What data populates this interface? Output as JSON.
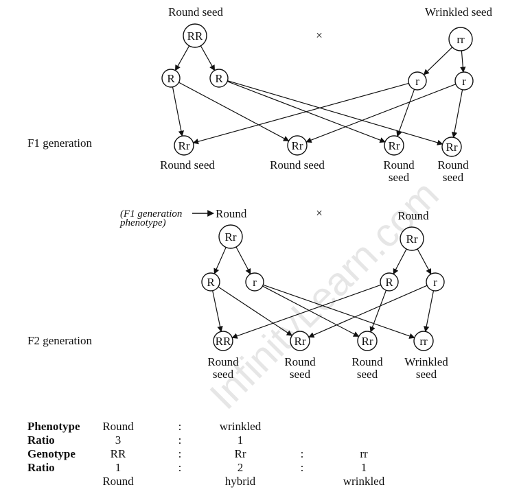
{
  "cross1": {
    "parent_left_label": "Round seed",
    "parent_right_label": "Wrinkled seed",
    "cross_symbol": "×",
    "parent_left": "RR",
    "parent_right": "rr",
    "gametes": [
      "R",
      "R",
      "r",
      "r"
    ],
    "generation_label": "F1 generation",
    "offspring": [
      {
        "genotype": "Rr",
        "label": [
          "Round seed"
        ]
      },
      {
        "genotype": "Rr",
        "label": [
          "Round seed"
        ]
      },
      {
        "genotype": "Rr",
        "label": [
          "Round",
          "seed"
        ]
      },
      {
        "genotype": "Rr",
        "label": [
          "Round",
          "seed"
        ]
      }
    ]
  },
  "cross2": {
    "note_line1": "(F1 generation",
    "note_line2": "phenotype)",
    "parent_left_label": "Round",
    "parent_right_label": "Round",
    "cross_symbol": "×",
    "parent_left": "Rr",
    "parent_right": "Rr",
    "gametes": [
      "R",
      "r",
      "R",
      "r"
    ],
    "generation_label": "F2 generation",
    "offspring": [
      {
        "genotype": "RR",
        "label": [
          "Round",
          "seed"
        ]
      },
      {
        "genotype": "Rr",
        "label": [
          "Round",
          "seed"
        ]
      },
      {
        "genotype": "Rr",
        "label": [
          "Round",
          "seed"
        ]
      },
      {
        "genotype": "rr",
        "label": [
          "Wrinkled",
          "seed"
        ]
      }
    ]
  },
  "summary": {
    "rows": [
      {
        "label": "Phenotype",
        "cells": [
          "Round",
          ":",
          "wrinkled",
          "",
          ""
        ]
      },
      {
        "label": "Ratio",
        "cells": [
          "3",
          ":",
          "1",
          "",
          ""
        ]
      },
      {
        "label": "Genotype",
        "cells": [
          "RR",
          ":",
          "Rr",
          ":",
          "rr"
        ]
      },
      {
        "label": "Ratio",
        "cells": [
          "1",
          ":",
          "2",
          ":",
          "1"
        ]
      },
      {
        "label": "",
        "cells": [
          "Round",
          "",
          "hybrid",
          "",
          "wrinkled"
        ]
      }
    ]
  },
  "watermark": "InfinityLearn.com"
}
